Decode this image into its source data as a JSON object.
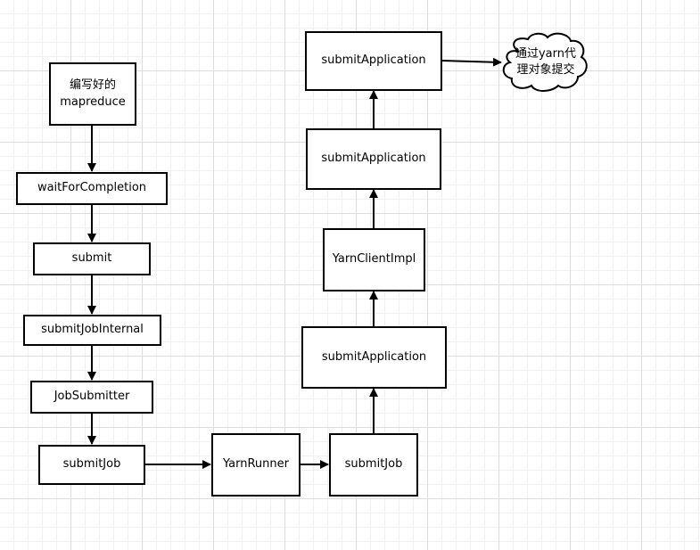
{
  "diagram": {
    "nodes": [
      {
        "id": "written-mapreduce",
        "label": "编写好的\nmapreduce"
      },
      {
        "id": "waitForCompletion",
        "label": "waitForCompletion"
      },
      {
        "id": "submit",
        "label": "submit"
      },
      {
        "id": "submitJobInternal",
        "label": "submitJobInternal"
      },
      {
        "id": "JobSubmitter",
        "label": "JobSubmitter"
      },
      {
        "id": "submitJob-left",
        "label": "submitJob"
      },
      {
        "id": "YarnRunner",
        "label": "YarnRunner"
      },
      {
        "id": "submitJob-right",
        "label": "submitJob"
      },
      {
        "id": "submitApplication-1",
        "label": "submitApplication"
      },
      {
        "id": "YarnClientImpl",
        "label": "YarnClientImpl"
      },
      {
        "id": "submitApplication-2",
        "label": "submitApplication"
      },
      {
        "id": "submitApplication-3",
        "label": "submitApplication"
      },
      {
        "id": "yarn-proxy-cloud",
        "label": "通过yarn代\n理对象提交"
      }
    ],
    "edges": [
      {
        "from": "written-mapreduce",
        "to": "waitForCompletion"
      },
      {
        "from": "waitForCompletion",
        "to": "submit"
      },
      {
        "from": "submit",
        "to": "submitJobInternal"
      },
      {
        "from": "submitJobInternal",
        "to": "JobSubmitter"
      },
      {
        "from": "JobSubmitter",
        "to": "submitJob-left"
      },
      {
        "from": "submitJob-left",
        "to": "YarnRunner"
      },
      {
        "from": "YarnRunner",
        "to": "submitJob-right"
      },
      {
        "from": "submitJob-right",
        "to": "submitApplication-1"
      },
      {
        "from": "submitApplication-1",
        "to": "YarnClientImpl"
      },
      {
        "from": "YarnClientImpl",
        "to": "submitApplication-2"
      },
      {
        "from": "submitApplication-2",
        "to": "submitApplication-3"
      },
      {
        "from": "submitApplication-3",
        "to": "yarn-proxy-cloud"
      }
    ]
  },
  "colors": {
    "stroke": "#000000",
    "fill": "#ffffff",
    "grid": "#dcdcdc"
  }
}
